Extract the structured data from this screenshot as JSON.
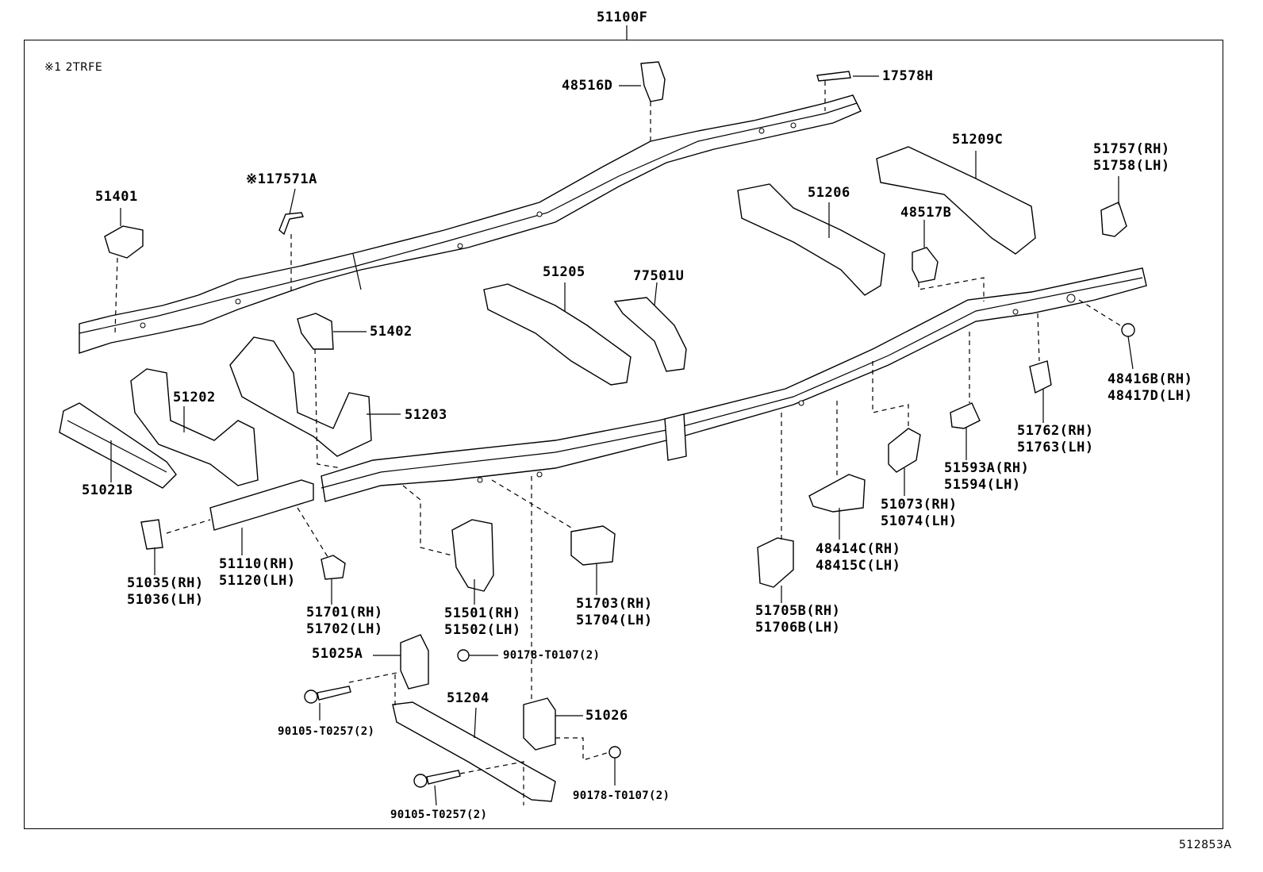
{
  "diagram_id": "512853A",
  "note": "※1 2TRFE",
  "labels": {
    "l51100F": "51100F",
    "l17578H": "17578H",
    "l48516D": "48516D",
    "l51401": "51401",
    "l17571A": "※117571A",
    "l51209C": "51209C",
    "l51757": "51757(RH)",
    "l51758": "51758(LH)",
    "l51206": "51206",
    "l48517B": "48517B",
    "l51205": "51205",
    "l77501U": "77501U",
    "l51402": "51402",
    "l48416B": "48416B(RH)",
    "l48417D": "48417D(LH)",
    "l51202": "51202",
    "l51203": "51203",
    "l51762": "51762(RH)",
    "l51763": "51763(LH)",
    "l51593A": "51593A(RH)",
    "l51594": "51594(LH)",
    "l51021B": "51021B",
    "l51073": "51073(RH)",
    "l51074": "51074(LH)",
    "l48414C": "48414C(RH)",
    "l48415C": "48415C(LH)",
    "l51035": "51035(RH)",
    "l51036": "51036(LH)",
    "l51110": "51110(RH)",
    "l51120": "51120(LH)",
    "l51701": "51701(RH)",
    "l51702": "51702(LH)",
    "l51501": "51501(RH)",
    "l51502": "51502(LH)",
    "l51703": "51703(RH)",
    "l51704": "51704(LH)",
    "l51705B": "51705B(RH)",
    "l51706B": "51706B(LH)",
    "l51025A": "51025A",
    "l90178a": "90178-T0107(2)",
    "l51204": "51204",
    "l51026": "51026",
    "l90105a": "90105-T0257(2)",
    "l90178b": "90178-T0107(2)",
    "l90105b": "90105-T0257(2)"
  }
}
